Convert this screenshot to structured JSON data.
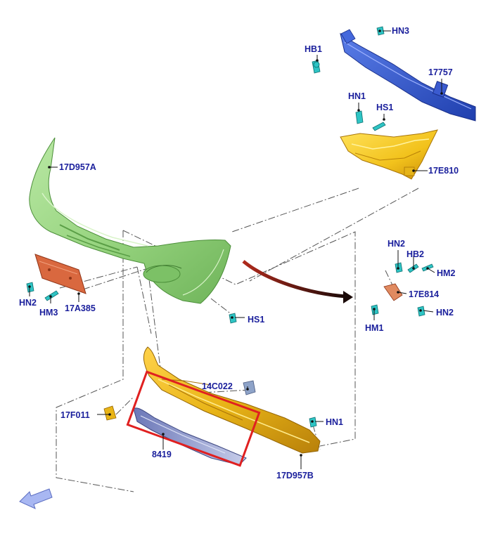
{
  "diagram": {
    "parts": {
      "reinforcement": "17757",
      "reinforcement_clip": "HN3",
      "reinforcement_bolt": "HB1",
      "bracket_upper_nut": "HN1",
      "bracket_upper_screw": "HS1",
      "side_bracket": "17E810",
      "bumper_cover": "17D957A",
      "plate_bracket": "17A385",
      "plate_nut": "HN2",
      "plate_screw": "HM3",
      "cover_screw": "HS1",
      "detail_nut_top": "HN2",
      "detail_bolt": "HB2",
      "detail_screw_right": "HM2",
      "detail_bracket": "17E814",
      "detail_nut_bottom": "HN2",
      "detail_screw_left": "HM1",
      "lower_clip_bracket": "14C022",
      "lower_cover": "17D957B",
      "lower_nut": "HN1",
      "lower_small_part": "17F011",
      "grille_highlighted": "8419"
    },
    "colors": {
      "label": "#1a1f9c",
      "reinforcement": "#3a5fd6",
      "bracket": "#f2c21c",
      "cover": "#9ed88a",
      "plate": "#d9683f",
      "lower_cover": "#e8b417",
      "grille": "#8a95c8",
      "fastener": "#2ec4c4",
      "highlight_box": "#e02020",
      "arrow": "#3a0c08"
    }
  }
}
